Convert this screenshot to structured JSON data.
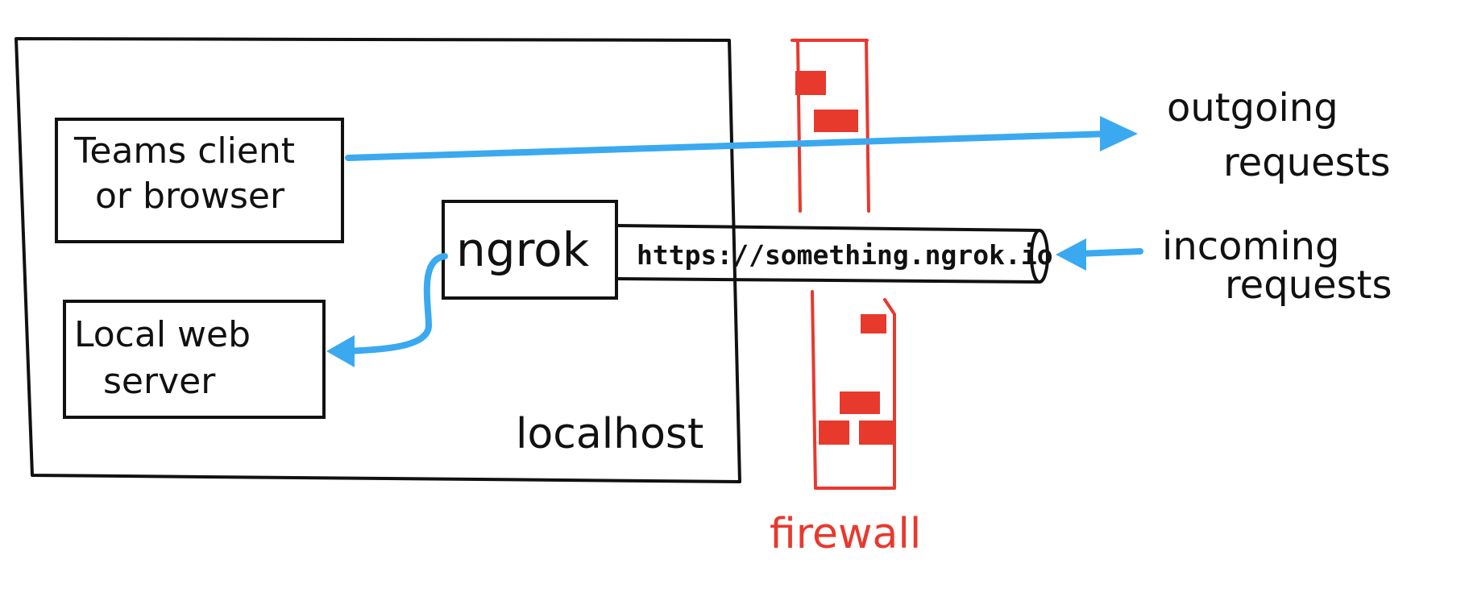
{
  "labels": {
    "teams_client_line1": "Teams client",
    "teams_client_line2": "or browser",
    "local_web_server_line1": "Local web",
    "local_web_server_line2": "server",
    "localhost": "localhost",
    "ngrok": "ngrok",
    "tunnel_url": "https://something.ngrok.io",
    "firewall": "firewall",
    "outgoing_line1": "outgoing",
    "outgoing_line2": "requests",
    "incoming_line1": "incoming",
    "incoming_line2": "requests"
  },
  "colors": {
    "ink": "#111111",
    "arrow": "#3aa9f0",
    "firewall": "#e8392d"
  }
}
